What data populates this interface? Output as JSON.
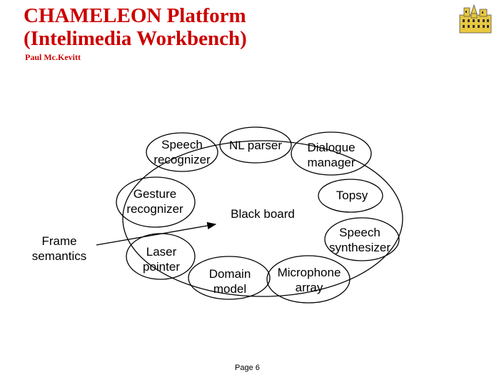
{
  "header": {
    "title_line1": "CHAMELEON Platform",
    "title_line2": "(Intelimedia Workbench)",
    "author": "Paul Mc.Kevitt"
  },
  "diagram": {
    "speech_recognizer": "Speech\nrecognizer",
    "nl_parser": "NL parser",
    "dialogue_manager": "Dialogue\nmanager",
    "gesture_recognizer": "Gesture\nrecognizer",
    "topsy": "Topsy",
    "black_board": "Black board",
    "frame_semantics": "Frame\nsemantics",
    "speech_synthesizer": "Speech\nsynthesizer",
    "laser_pointer": "Laser\npointer",
    "domain_model": "Domain\nmodel",
    "microphone_array": "Microphone\narray"
  },
  "footer": {
    "page": "Page 6"
  },
  "colors": {
    "title": "#cc0000",
    "stroke": "#000000",
    "logo": "#e8c840"
  }
}
